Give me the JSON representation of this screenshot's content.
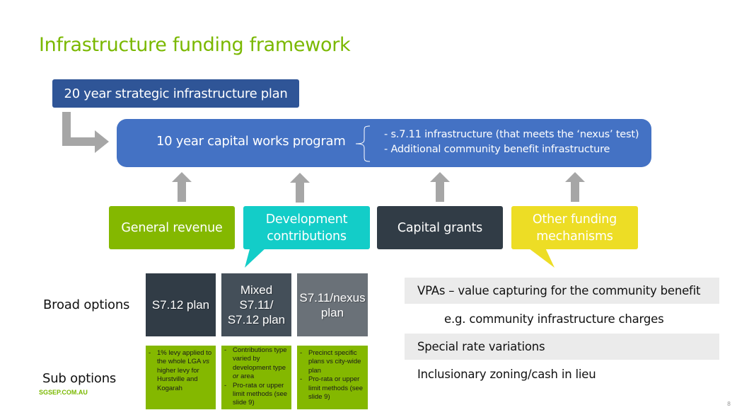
{
  "slide": {
    "title": "Infrastructure funding framework",
    "footer": "SGSEP.COM.AU",
    "page_number": "8"
  },
  "plan20": {
    "label": "20 year strategic infrastructure plan",
    "color": "#2f5597"
  },
  "capworks": {
    "label": "10 year capital works program",
    "color": "#4472c4",
    "bullets": [
      "- s.7.11 infrastructure (that meets the ‘nexus’ test)",
      "- Additional community benefit infrastructure"
    ]
  },
  "sources": [
    {
      "label_lines": [
        "General revenue"
      ],
      "color": "#84b800"
    },
    {
      "label_lines": [
        "Development",
        "contributions"
      ],
      "color": "#13cdc8"
    },
    {
      "label_lines": [
        "Capital grants"
      ],
      "color": "#313c46"
    },
    {
      "label_lines": [
        "Other funding",
        "mechanisms"
      ],
      "color": "#eddd25"
    }
  ],
  "broad_options": {
    "label": "Broad options",
    "boxes": [
      {
        "lines": [
          "S7.12 plan"
        ]
      },
      {
        "lines": [
          "Mixed",
          "S7.11/",
          "S7.12 plan"
        ]
      },
      {
        "lines": [
          "S7.11/nexus",
          "plan"
        ]
      }
    ]
  },
  "sub_options": {
    "label": "Sub options",
    "boxes": [
      {
        "items": [
          {
            "dash": "-",
            "text_parts": [
              "1% levy applied to the whole LGA ",
              "vs",
              " higher levy for Hurstville and Kogarah"
            ]
          }
        ]
      },
      {
        "items": [
          {
            "dash": "-",
            "text_parts": [
              "Contributions type varied by development type ",
              "or",
              " area"
            ]
          },
          {
            "dash": "-",
            "text_parts": [
              "Pro-rata or upper limit methods (see slide 9)"
            ]
          }
        ]
      },
      {
        "items": [
          {
            "dash": "-",
            "text_parts": [
              "Precinct specific plans ",
              "vs",
              " city-wide plan"
            ]
          },
          {
            "dash": "-",
            "text_parts": [
              "Pro-rata or upper limit methods (see slide 9)"
            ]
          }
        ]
      }
    ]
  },
  "other_mechanisms": [
    {
      "text": "VPAs – value capturing for the community benefit",
      "shaded": true,
      "indent": false
    },
    {
      "text": "e.g. community infrastructure charges",
      "shaded": false,
      "indent": true
    },
    {
      "text": "Special rate variations",
      "shaded": true,
      "indent": false
    },
    {
      "text": "Inclusionary zoning/cash in lieu",
      "shaded": false,
      "indent": false
    }
  ]
}
